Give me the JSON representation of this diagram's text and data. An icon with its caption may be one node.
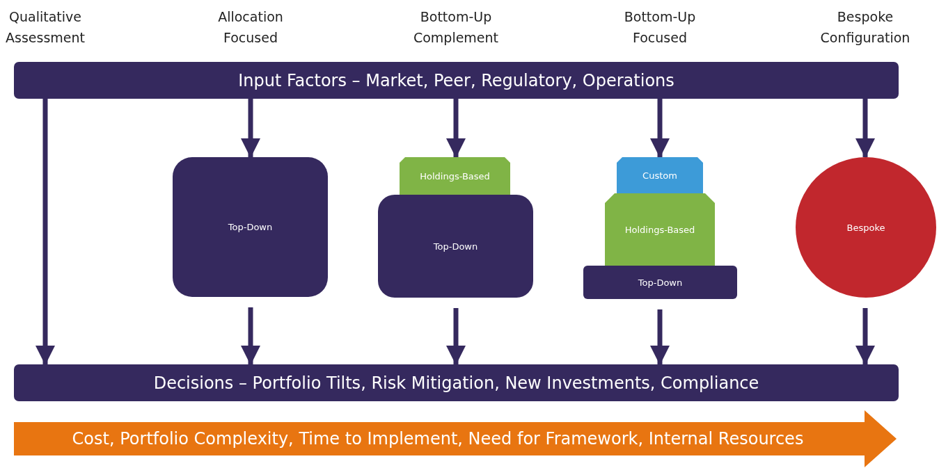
{
  "diagram": {
    "nodes": [
      {
        "text": [
          "Input Factors – Market, Peer, Regulatory, Operations"
        ]
      },
      {
        "text": [
          "Top-Down"
        ]
      },
      {
        "text": [
          "Holdings-Based"
        ]
      },
      {
        "text": [
          "Top-Down"
        ]
      },
      {
        "text": [
          "Custom"
        ]
      },
      {
        "text": [
          "Holdings-Based"
        ]
      },
      {
        "text": [
          "Top-Down"
        ]
      },
      {
        "text": [
          "Bespoke"
        ]
      },
      {
        "text": [
          "Decisions – Portfolio Tilts, Risk Mitigation, New Investments, Compliance"
        ]
      },
      {
        "text": [
          "Cost, Portfolio Complexity, Time to Implement, Need for Framework, Internal Resources"
        ]
      }
    ],
    "edges": [
      {
        "from": 0,
        "to": 8,
        "arrow": "to"
      },
      {
        "from": 0,
        "to": 1,
        "arrow": "to"
      },
      {
        "from": 1,
        "to": 8,
        "arrow": "to"
      },
      {
        "from": 0,
        "to": 2,
        "arrow": "to"
      },
      {
        "from": 3,
        "to": 8,
        "arrow": "to"
      },
      {
        "from": 0,
        "to": 4,
        "arrow": "to"
      },
      {
        "from": 6,
        "to": 8,
        "arrow": "to"
      },
      {
        "from": 0,
        "to": 7,
        "arrow": "to"
      },
      {
        "from": 7,
        "to": 8,
        "arrow": "to"
      }
    ],
    "labels": [
      "Qualitative Assessment",
      "Allocation Focused",
      "Bottom-Up Complement",
      "Bottom-Up Focused",
      "Bespoke Configuration"
    ]
  }
}
